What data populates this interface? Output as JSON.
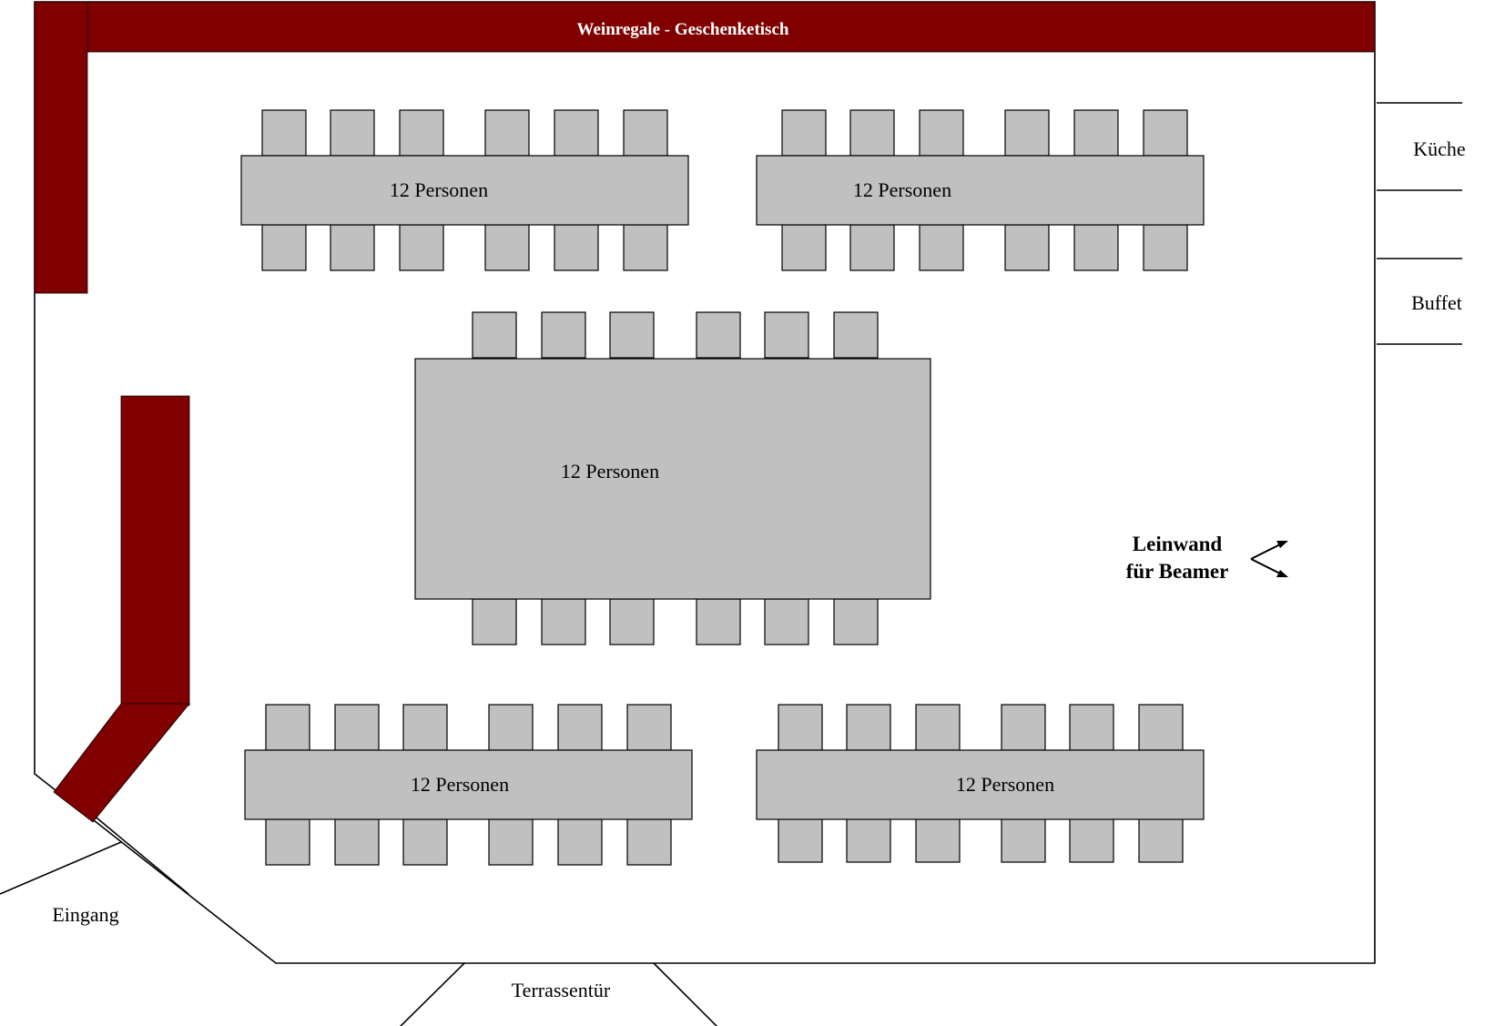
{
  "colors": {
    "shelf": "#800000",
    "furniture": "#c0c0c0",
    "line": "#000000",
    "banner_text": "#ffffff"
  },
  "labels": {
    "banner": "Weinregale - Geschenketisch",
    "kitchen": "Küche",
    "buffet": "Buffet",
    "entrance": "Eingang",
    "terrace_door": "Terrassentür",
    "screen_line1": "Leinwand",
    "screen_line2": "für Beamer"
  },
  "tables": [
    {
      "id": "top-left",
      "label": "12 Personen",
      "chairs_per_side": 6
    },
    {
      "id": "top-right",
      "label": "12 Personen",
      "chairs_per_side": 6
    },
    {
      "id": "center",
      "label": "12 Personen",
      "chairs_per_side": 6
    },
    {
      "id": "bottom-left",
      "label": "12 Personen",
      "chairs_per_side": 6
    },
    {
      "id": "bottom-right",
      "label": "12 Personen",
      "chairs_per_side": 6
    }
  ]
}
